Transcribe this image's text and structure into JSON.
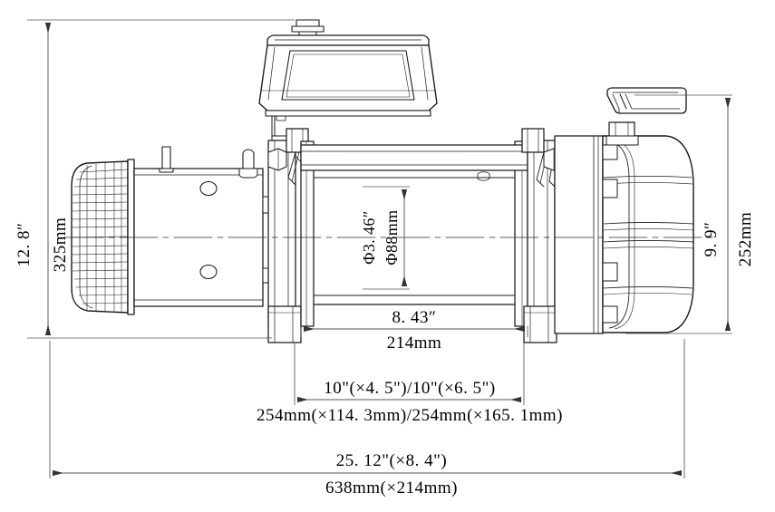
{
  "drawing": {
    "title": "Electric winch outline dimension drawing",
    "subject": "winch-side-elevation",
    "line_color": "#1a1a1a",
    "dim_line_color": "#555555",
    "background": "#ffffff",
    "units_note": "inch over millimetre"
  },
  "dimensions": {
    "height_overall": {
      "name": "overall-height",
      "imperial": "12. 8″",
      "metric": "325mm",
      "orientation": "vertical-left"
    },
    "height_gearbox": {
      "name": "gearbox-height",
      "imperial": "9. 9″",
      "metric": "252mm",
      "orientation": "vertical-right"
    },
    "drum_diameter": {
      "name": "drum-diameter",
      "imperial": "Φ3. 46″",
      "metric": "Φ88mm",
      "orientation": "vertical-center"
    },
    "drum_width": {
      "name": "drum-width",
      "imperial": "8. 43″",
      "metric": "214mm",
      "orientation": "horizontal"
    },
    "mounting_holes": {
      "name": "mounting-hole-pattern",
      "imperial": "10\"(×4. 5\")/10\"(×6. 5\")",
      "metric": "254mm(×114. 3mm)/254mm(×165. 1mm)",
      "orientation": "horizontal"
    },
    "overall_length": {
      "name": "overall-length",
      "imperial": "25. 12\"(×8. 4\")",
      "metric": "638mm(×214mm)",
      "orientation": "horizontal"
    }
  },
  "components": {
    "motor": "motor-housing",
    "motor_cap": "motor-end-cap-finned",
    "solenoid_box": "solenoid-control-box",
    "drum": "cable-drum",
    "tie_bar": "tie-bar",
    "gearbox": "gearbox-housing",
    "clutch_lever": "clutch-lever-handle",
    "mounting_foot_left": "mounting-foot-left",
    "mounting_foot_right": "mounting-foot-right",
    "centerline": "center-axis-line"
  }
}
